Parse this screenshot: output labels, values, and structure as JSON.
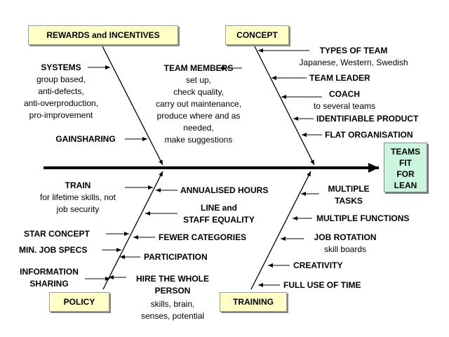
{
  "goal": {
    "lines": [
      "TEAMS",
      "FIT",
      "FOR",
      "LEAN"
    ]
  },
  "categories": {
    "rewards": "REWARDS and INCENTIVES",
    "concept": "CONCEPT",
    "policy": "POLICY",
    "training": "TRAINING"
  },
  "rewards": {
    "systems": {
      "title": "SYSTEMS",
      "lines": [
        "group based,",
        "anti-defects,",
        "anti-overproduction,",
        "pro-improvement"
      ]
    },
    "gainsharing": "GAINSHARING",
    "team_members": {
      "title": "TEAM MEMBERS",
      "lines": [
        "set up,",
        "check quality,",
        "carry out maintenance,",
        "produce where and as",
        "needed,",
        "make suggestions"
      ]
    }
  },
  "concept": {
    "types_of_team": {
      "title": "TYPES OF TEAM",
      "sub": "Japanese, Western, Swedish"
    },
    "team_leader": "TEAM LEADER",
    "coach": {
      "title": "COACH",
      "sub": "to several teams"
    },
    "identifiable_product": "IDENTIFIABLE PRODUCT",
    "flat_organisation": "FLAT ORGANISATION"
  },
  "policy": {
    "train": {
      "title": "TRAIN",
      "lines": [
        "for lifetime skills, not",
        "job security"
      ]
    },
    "annualised_hours": "ANNUALISED HOURS",
    "line_staff": [
      "LINE and",
      "STAFF EQUALITY"
    ],
    "star_concept": "STAR CONCEPT",
    "fewer_categories": "FEWER CATEGORIES",
    "min_job_specs": "MIN. JOB SPECS",
    "participation": "PARTICIPATION",
    "information_sharing": [
      "INFORMATION",
      "SHARING"
    ],
    "hire_whole_person": {
      "title": [
        "HIRE THE WHOLE",
        "PERSON"
      ],
      "lines": [
        "skills, brain,",
        "senses, potential"
      ]
    }
  },
  "training": {
    "multiple_tasks": [
      "MULTIPLE",
      "TASKS"
    ],
    "multiple_functions": "MULTIPLE FUNCTIONS",
    "job_rotation": {
      "title": "JOB ROTATION",
      "sub": "skill boards"
    },
    "creativity": "CREATIVITY",
    "full_use_of_time": "FULL USE OF TIME"
  }
}
